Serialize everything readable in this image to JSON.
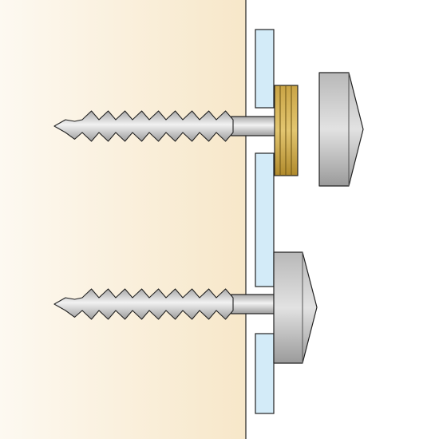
{
  "diagram": {
    "elements": [
      {
        "name": "wall",
        "role": "wooden wall section"
      },
      {
        "name": "glass-panel",
        "role": "glass panel, two openings"
      },
      {
        "name": "screw-upper",
        "role": "upper screw"
      },
      {
        "name": "brass-spacer",
        "role": "threaded brass spacer sleeve"
      },
      {
        "name": "cover-cap-upper",
        "role": "detached cover cap"
      },
      {
        "name": "screw-lower",
        "role": "lower screw"
      },
      {
        "name": "cover-cap-lower",
        "role": "mounted cover cap"
      }
    ]
  },
  "colors": {
    "background": "#ffffff",
    "wall_light": "#fdf9f1",
    "wall_dark": "#f7e7c9",
    "glass": "#d3ebf8",
    "outline": "#222222",
    "brass_light": "#d9b85c",
    "brass_dark": "#b08a2c",
    "cap_light": "#d4d4d4",
    "cap_dark": "#9a9a9a",
    "steel_light": "#f2f2f2",
    "steel_dark": "#a8a8a8"
  }
}
